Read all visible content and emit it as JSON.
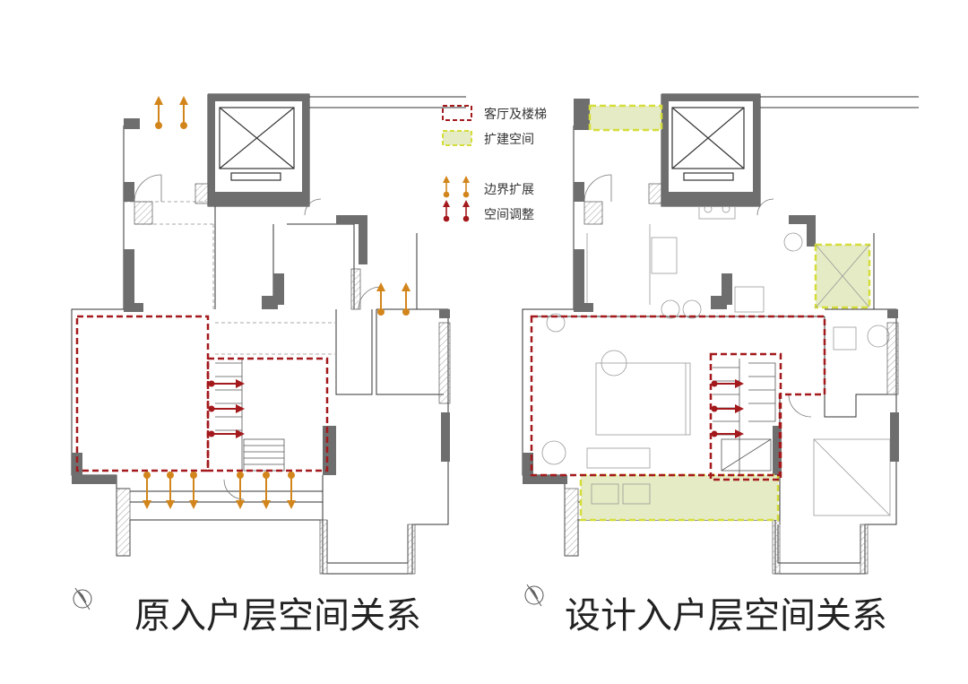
{
  "legend": {
    "living_stairs": "客厅及楼梯",
    "expansion_space": "扩建空间",
    "boundary_expansion": "边界扩展",
    "space_adjustment": "空间调整"
  },
  "captions": {
    "left": "原入户层空间关系",
    "right": "设计入户层空间关系"
  },
  "colors": {
    "wall": "#6e6e6e",
    "line": "#333333",
    "red_dash": "#a3191c",
    "yellow_dash": "#d5dd3a",
    "green_fill": "#e5ebc4",
    "orange_arrow": "#d2851b",
    "red_arrow": "#a3191c"
  },
  "icons": [
    "compass-icon",
    "elevator-icon"
  ]
}
